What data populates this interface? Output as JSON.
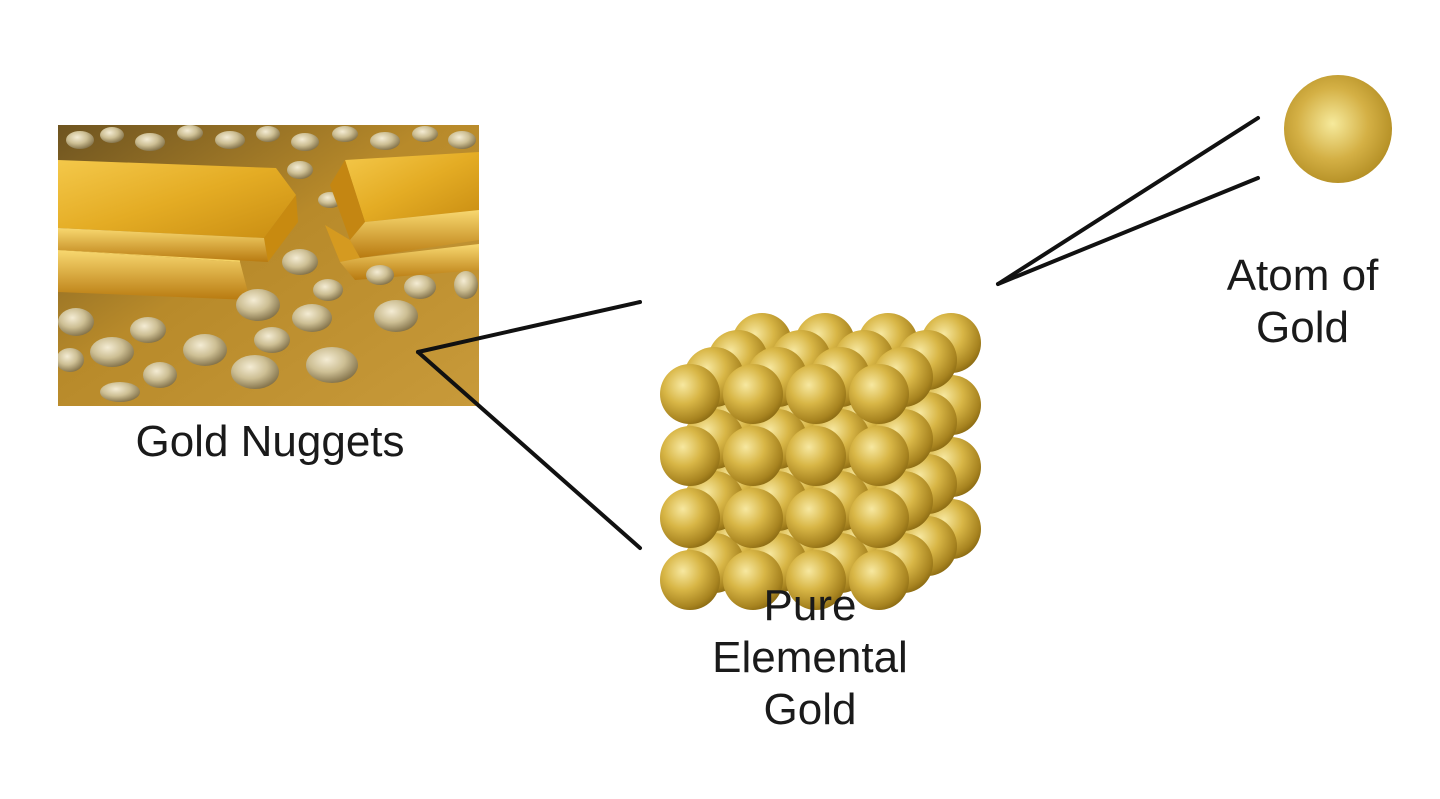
{
  "diagram": {
    "nuggets": {
      "label": "Gold Nuggets",
      "icon": "gold-bars-and-nuggets-photo"
    },
    "lattice": {
      "label_lines": [
        "Pure",
        "Elemental",
        "Gold"
      ],
      "icon": "gold-atom-lattice-cube"
    },
    "atom": {
      "label_lines": [
        "Atom of",
        "Gold"
      ],
      "icon": "gold-atom-sphere"
    },
    "colors": {
      "gold_light": "#f6e38a",
      "gold_mid": "#d7b440",
      "gold_dark": "#8a6a12",
      "line": "#111111"
    }
  }
}
